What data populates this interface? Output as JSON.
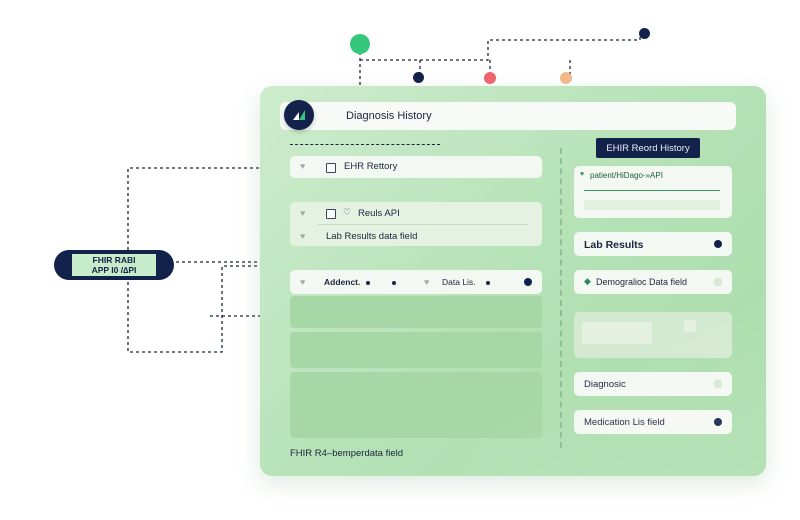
{
  "header": {
    "title": "Diagnosis History"
  },
  "left_rows": [
    {
      "label": "EHR Rettory"
    },
    {
      "label": "Reuls API"
    },
    {
      "label": "Lab Results data field"
    }
  ],
  "table_header": {
    "col1": "Addenct.",
    "col2": "Data Lis."
  },
  "footer_label": "FHIR R4–bemperdata field",
  "right": {
    "tag": "EHIR Reord History",
    "endpoint": "patient/HiDago-»API",
    "items": [
      {
        "label": "Lab Results"
      },
      {
        "label": "Demogralioc Data field"
      },
      {
        "label": "Diagnosic"
      },
      {
        "label": "Medication Lis field"
      }
    ]
  },
  "pill": {
    "line1": "FHIR RABI",
    "line2": "APP I0 /∆PI"
  },
  "colors": {
    "navy": "#13224a",
    "green": "#34c77b",
    "red": "#ef6470",
    "peach": "#f6b98a",
    "panel": "#b4e1b5"
  },
  "icons": {
    "logo": "chart-logo-icon",
    "heart": "heart-icon",
    "diamond": "diamond-icon"
  }
}
